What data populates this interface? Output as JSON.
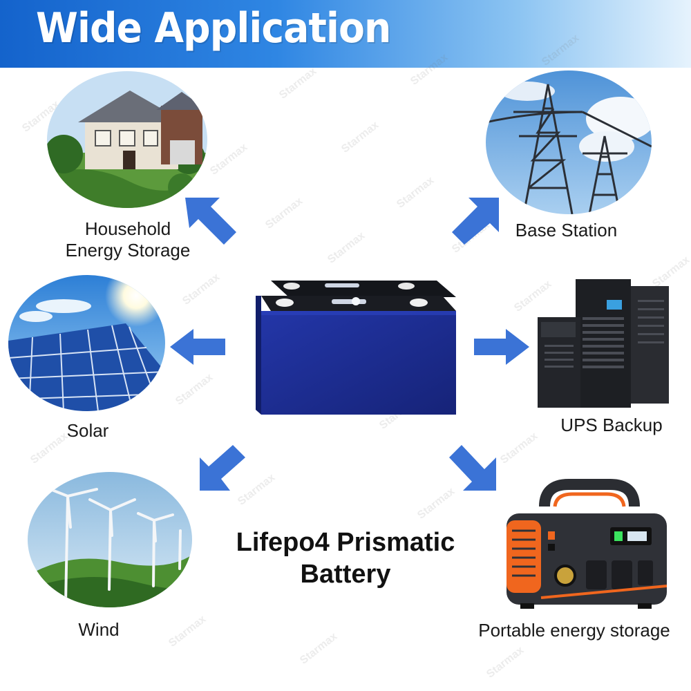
{
  "banner": {
    "title": "Wide Application"
  },
  "watermark": {
    "text": "Starmax"
  },
  "center": {
    "title_line1": "Lifepo4 Prismatic",
    "title_line2": "Battery"
  },
  "applications": {
    "household": {
      "line1": "Household",
      "line2": "Energy Storage",
      "icon": "house-icon"
    },
    "base_station": {
      "label": "Base Station",
      "icon": "power-tower-icon"
    },
    "solar": {
      "label": "Solar",
      "icon": "solar-panel-icon"
    },
    "ups": {
      "label": "UPS Backup",
      "icon": "ups-server-icon"
    },
    "wind": {
      "label": "Wind",
      "icon": "wind-turbine-icon"
    },
    "portable": {
      "label": "Portable energy storage",
      "icon": "power-station-icon"
    }
  },
  "colors": {
    "banner_start": "#1463cc",
    "banner_end": "#e6f3fd",
    "arrow": "#3b73d6",
    "battery_body": "#1d2f96",
    "accent_orange": "#f0661e"
  }
}
